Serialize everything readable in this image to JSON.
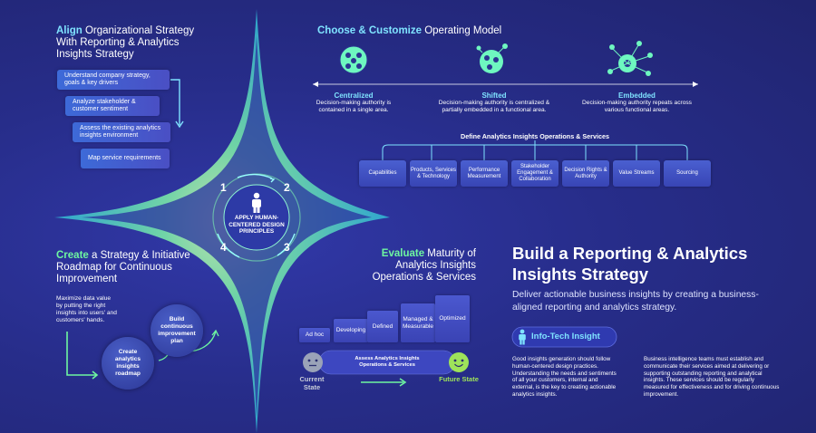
{
  "sections": {
    "align": {
      "title_hl": "Align",
      "title_rest": " Organizational Strategy With Reporting & Analytics Insights Strategy",
      "steps": [
        "Understand company strategy, goals & key drivers",
        "Analyze stakeholder & customer sentiment",
        "Assess the existing analytics insights environment",
        "Map service requirements"
      ]
    },
    "choose": {
      "title_hl": "Choose & Customize",
      "title_rest": " Operating Model",
      "models": [
        {
          "name": "Centralized",
          "desc": "Decision-making authority is contained in a single area."
        },
        {
          "name": "Shifted",
          "desc": "Decision-making authority is centralized & partially embedded in a functional area."
        },
        {
          "name": "Embedded",
          "desc": "Decision-making authority repeats across various functional areas."
        }
      ],
      "define_label": "Define Analytics Insights Operations & Services",
      "capabilities": [
        "Capabilities",
        "Products, Services & Technology",
        "Performance Measurement",
        "Stakeholder Engagement & Collaboration",
        "Decision Rights & Authority",
        "Value Streams",
        "Sourcing"
      ]
    },
    "create": {
      "title_hl": "Create",
      "title_rest": " a Strategy & Initiative Roadmap for Continuous Improvement",
      "body": "Maximize data value by putting the right insights into users' and customers' hands.",
      "circle1": "Create analytics insights roadmap",
      "circle2": "Build continuous improvement plan"
    },
    "evaluate": {
      "title_hl": "Evaluate",
      "title_rest": " Maturity of Analytics Insights Operations & Services",
      "levels": [
        "Ad hoc",
        "Developing",
        "Defined",
        "Managed & Measurable",
        "Optimized"
      ],
      "assess_label": "Assess Analytics Insights Operations & Services",
      "current": "Current State",
      "future": "Future State"
    }
  },
  "center": {
    "label": "APPLY HUMAN-CENTERED DESIGN PRINCIPLES",
    "numbers": [
      "1",
      "2",
      "3",
      "4"
    ]
  },
  "headline": {
    "title": "Build a Reporting & Analytics Insights Strategy",
    "subtitle": "Deliver actionable business insights by creating a business-aligned reporting and analytics strategy."
  },
  "insight": {
    "label": "Info-Tech Insight",
    "col1": "Good insights generation should follow human-centered design practices. Understanding the needs and sentiments of all your customers, internal and external, is the key to creating actionable analytics insights.",
    "col2": "Business intelligence teams must establish and communicate their services aimed at delivering or supporting outstanding reporting and analytical insights. These services should be regularly measured for effectiveness and for driving continuous improvement."
  },
  "colors": {
    "accent": "#7fe3ff",
    "glow": "#6ef7a0",
    "background": "#2a2f8f",
    "face_future": "#9ee35a",
    "face_current": "#9aa3b8"
  }
}
